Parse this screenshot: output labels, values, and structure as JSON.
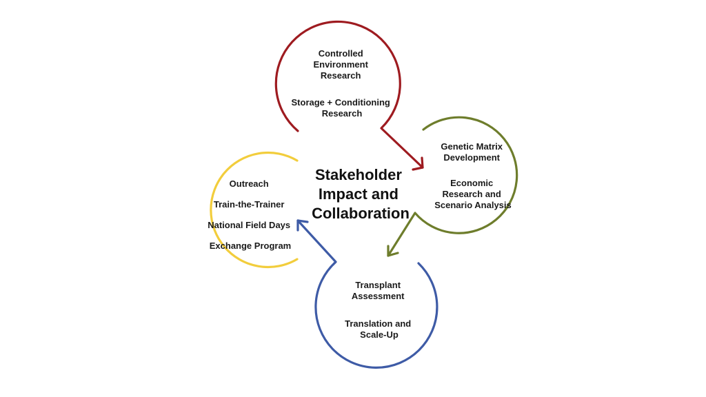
{
  "colors": {
    "red": "#9e1b20",
    "green": "#6e7d2c",
    "blue": "#3e5ba6",
    "yellow": "#f2cd3c"
  },
  "center": {
    "lines": [
      "Stakeholder",
      "Impact and",
      "Collaboration"
    ]
  },
  "nodes": {
    "top": {
      "lines": [
        "Controlled",
        "Environment",
        "Research",
        "Storage + Conditioning",
        "Research"
      ]
    },
    "right": {
      "lines": [
        "Genetic Matrix",
        "Development",
        "Economic",
        "Research and",
        "Scenario Analysis"
      ]
    },
    "bottom": {
      "lines": [
        "Transplant",
        "Assessment",
        "Translation and",
        "Scale-Up"
      ]
    },
    "left": {
      "lines": [
        "Outreach",
        "Train-the-Trainer",
        "National Field Days",
        "Exchange Program"
      ]
    }
  }
}
